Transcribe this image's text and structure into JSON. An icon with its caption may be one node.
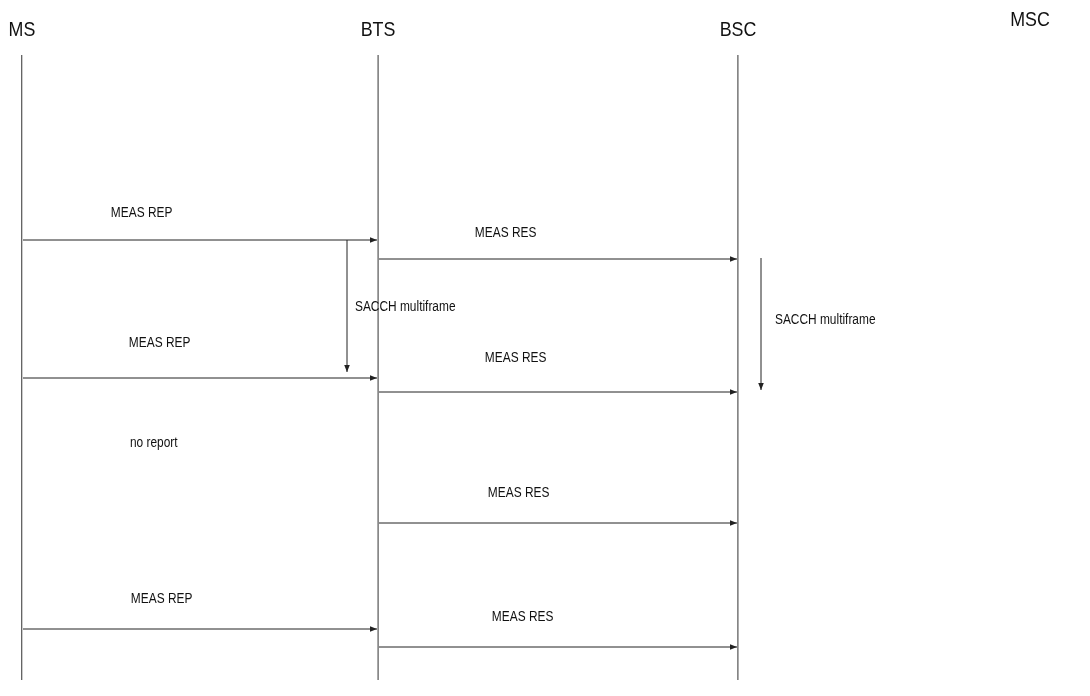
{
  "diagram": {
    "nodes": [
      {
        "text": [
          "MS"
        ]
      },
      {
        "text": [
          "BTS"
        ]
      },
      {
        "text": [
          "BSC"
        ]
      },
      {
        "text": [
          "MSC"
        ]
      }
    ],
    "edges": [
      {
        "from": 0,
        "to": 1,
        "arrow": "to",
        "label": "MEAS REP"
      },
      {
        "from": 1,
        "to": 2,
        "arrow": "to",
        "label": "MEAS RES"
      },
      {
        "from": 0,
        "to": 1,
        "arrow": "to",
        "label": "MEAS REP"
      },
      {
        "from": 1,
        "to": 2,
        "arrow": "to",
        "label": "MEAS RES"
      },
      {
        "from": 1,
        "to": 2,
        "arrow": "to",
        "label": "MEAS RES"
      },
      {
        "from": 0,
        "to": 1,
        "arrow": "to",
        "label": "MEAS REP"
      },
      {
        "from": 1,
        "to": 2,
        "arrow": "to",
        "label": "MEAS RES"
      }
    ],
    "labels": [
      "SACCH multiframe",
      "SACCH multiframe",
      "no report"
    ]
  }
}
